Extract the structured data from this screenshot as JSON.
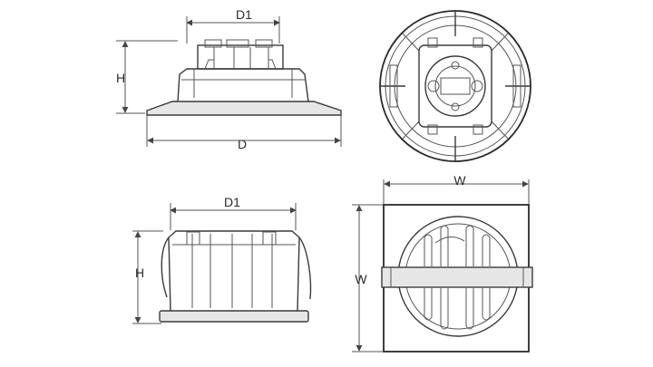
{
  "views": {
    "side_round": {
      "width_label": "D1",
      "height_label": "H",
      "diameter_label": "D"
    },
    "side_square": {
      "width_label": "D1",
      "height_label": "H"
    },
    "top_square": {
      "width_label": "W",
      "height_label": "W"
    }
  }
}
